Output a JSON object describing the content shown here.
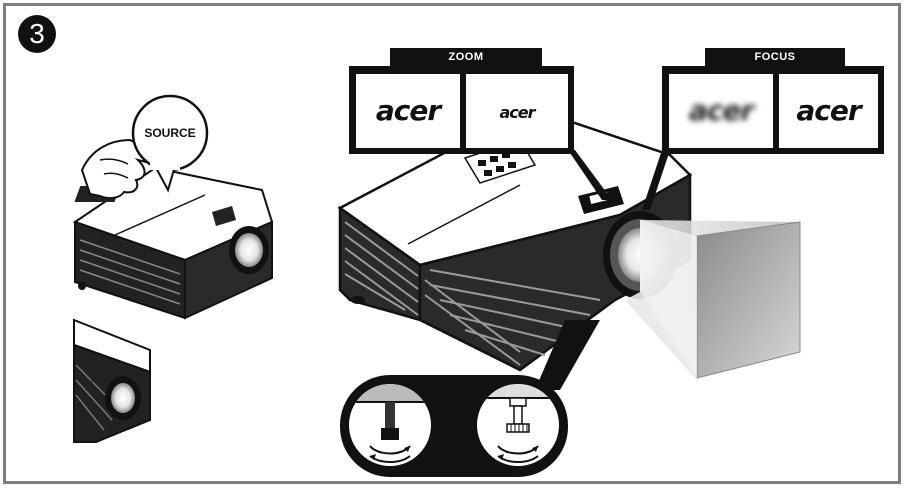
{
  "step": {
    "number": "3"
  },
  "source_callout": {
    "label": "SOURCE"
  },
  "zoom_panel": {
    "label": "ZOOM",
    "logo_large": "acer",
    "logo_small": "acer"
  },
  "focus_panel": {
    "label": "FOCUS",
    "logo_blurred": "acer",
    "logo_sharp": "acer"
  },
  "colors": {
    "frame": "#7d7d7d",
    "ink": "#111111",
    "panel_bg": "#ffffff",
    "beam": "#cfcfcf"
  }
}
